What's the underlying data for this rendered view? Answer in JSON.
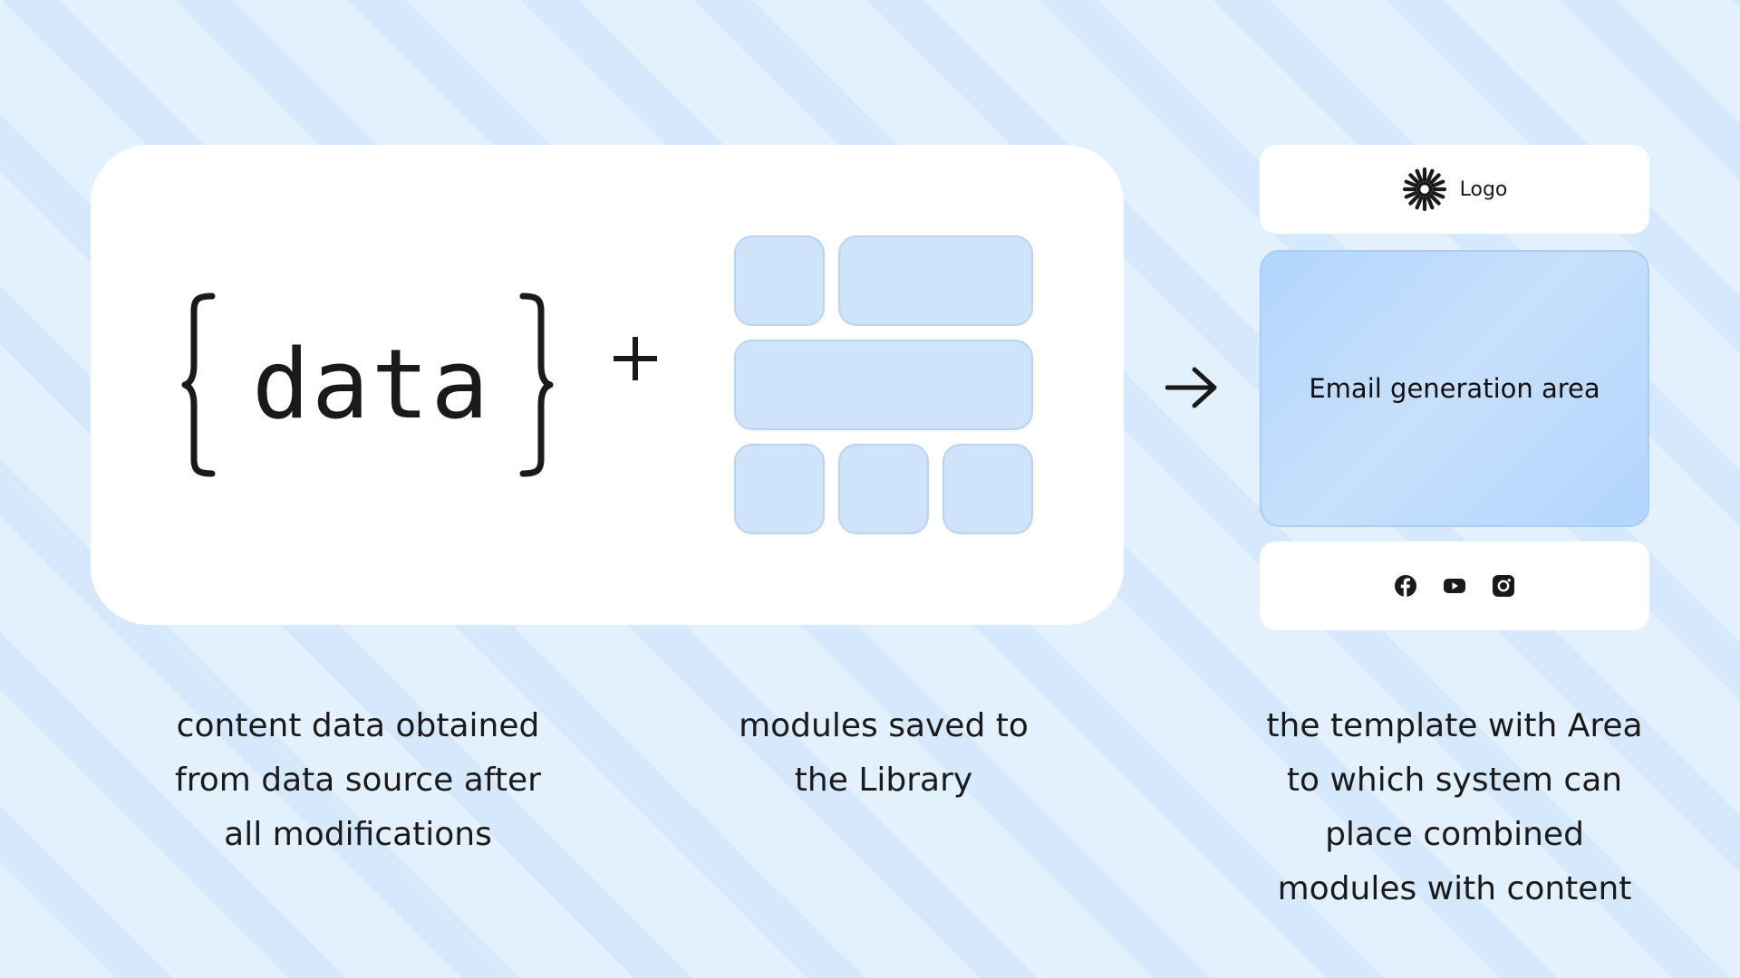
{
  "source": {
    "data_word": "data",
    "plus_symbol": "+"
  },
  "template": {
    "logo_label": "Logo",
    "area_label": "Email generation area",
    "social_icons": [
      "facebook-icon",
      "youtube-icon",
      "instagram-icon"
    ]
  },
  "captions": {
    "left": [
      "content data obtained",
      "from data source after",
      "all modifications"
    ],
    "middle": [
      "modules saved to",
      "the Library"
    ],
    "right": [
      "the template with Area",
      "to which system can",
      "place combined",
      "modules with content"
    ]
  },
  "colors": {
    "background": "#e3f0fd",
    "stripe": "#d6e8fc",
    "card": "#ffffff",
    "tile_fill": "#cfe3fb",
    "area_fill": "#b2d5fc",
    "ink": "#1a1a1a"
  }
}
